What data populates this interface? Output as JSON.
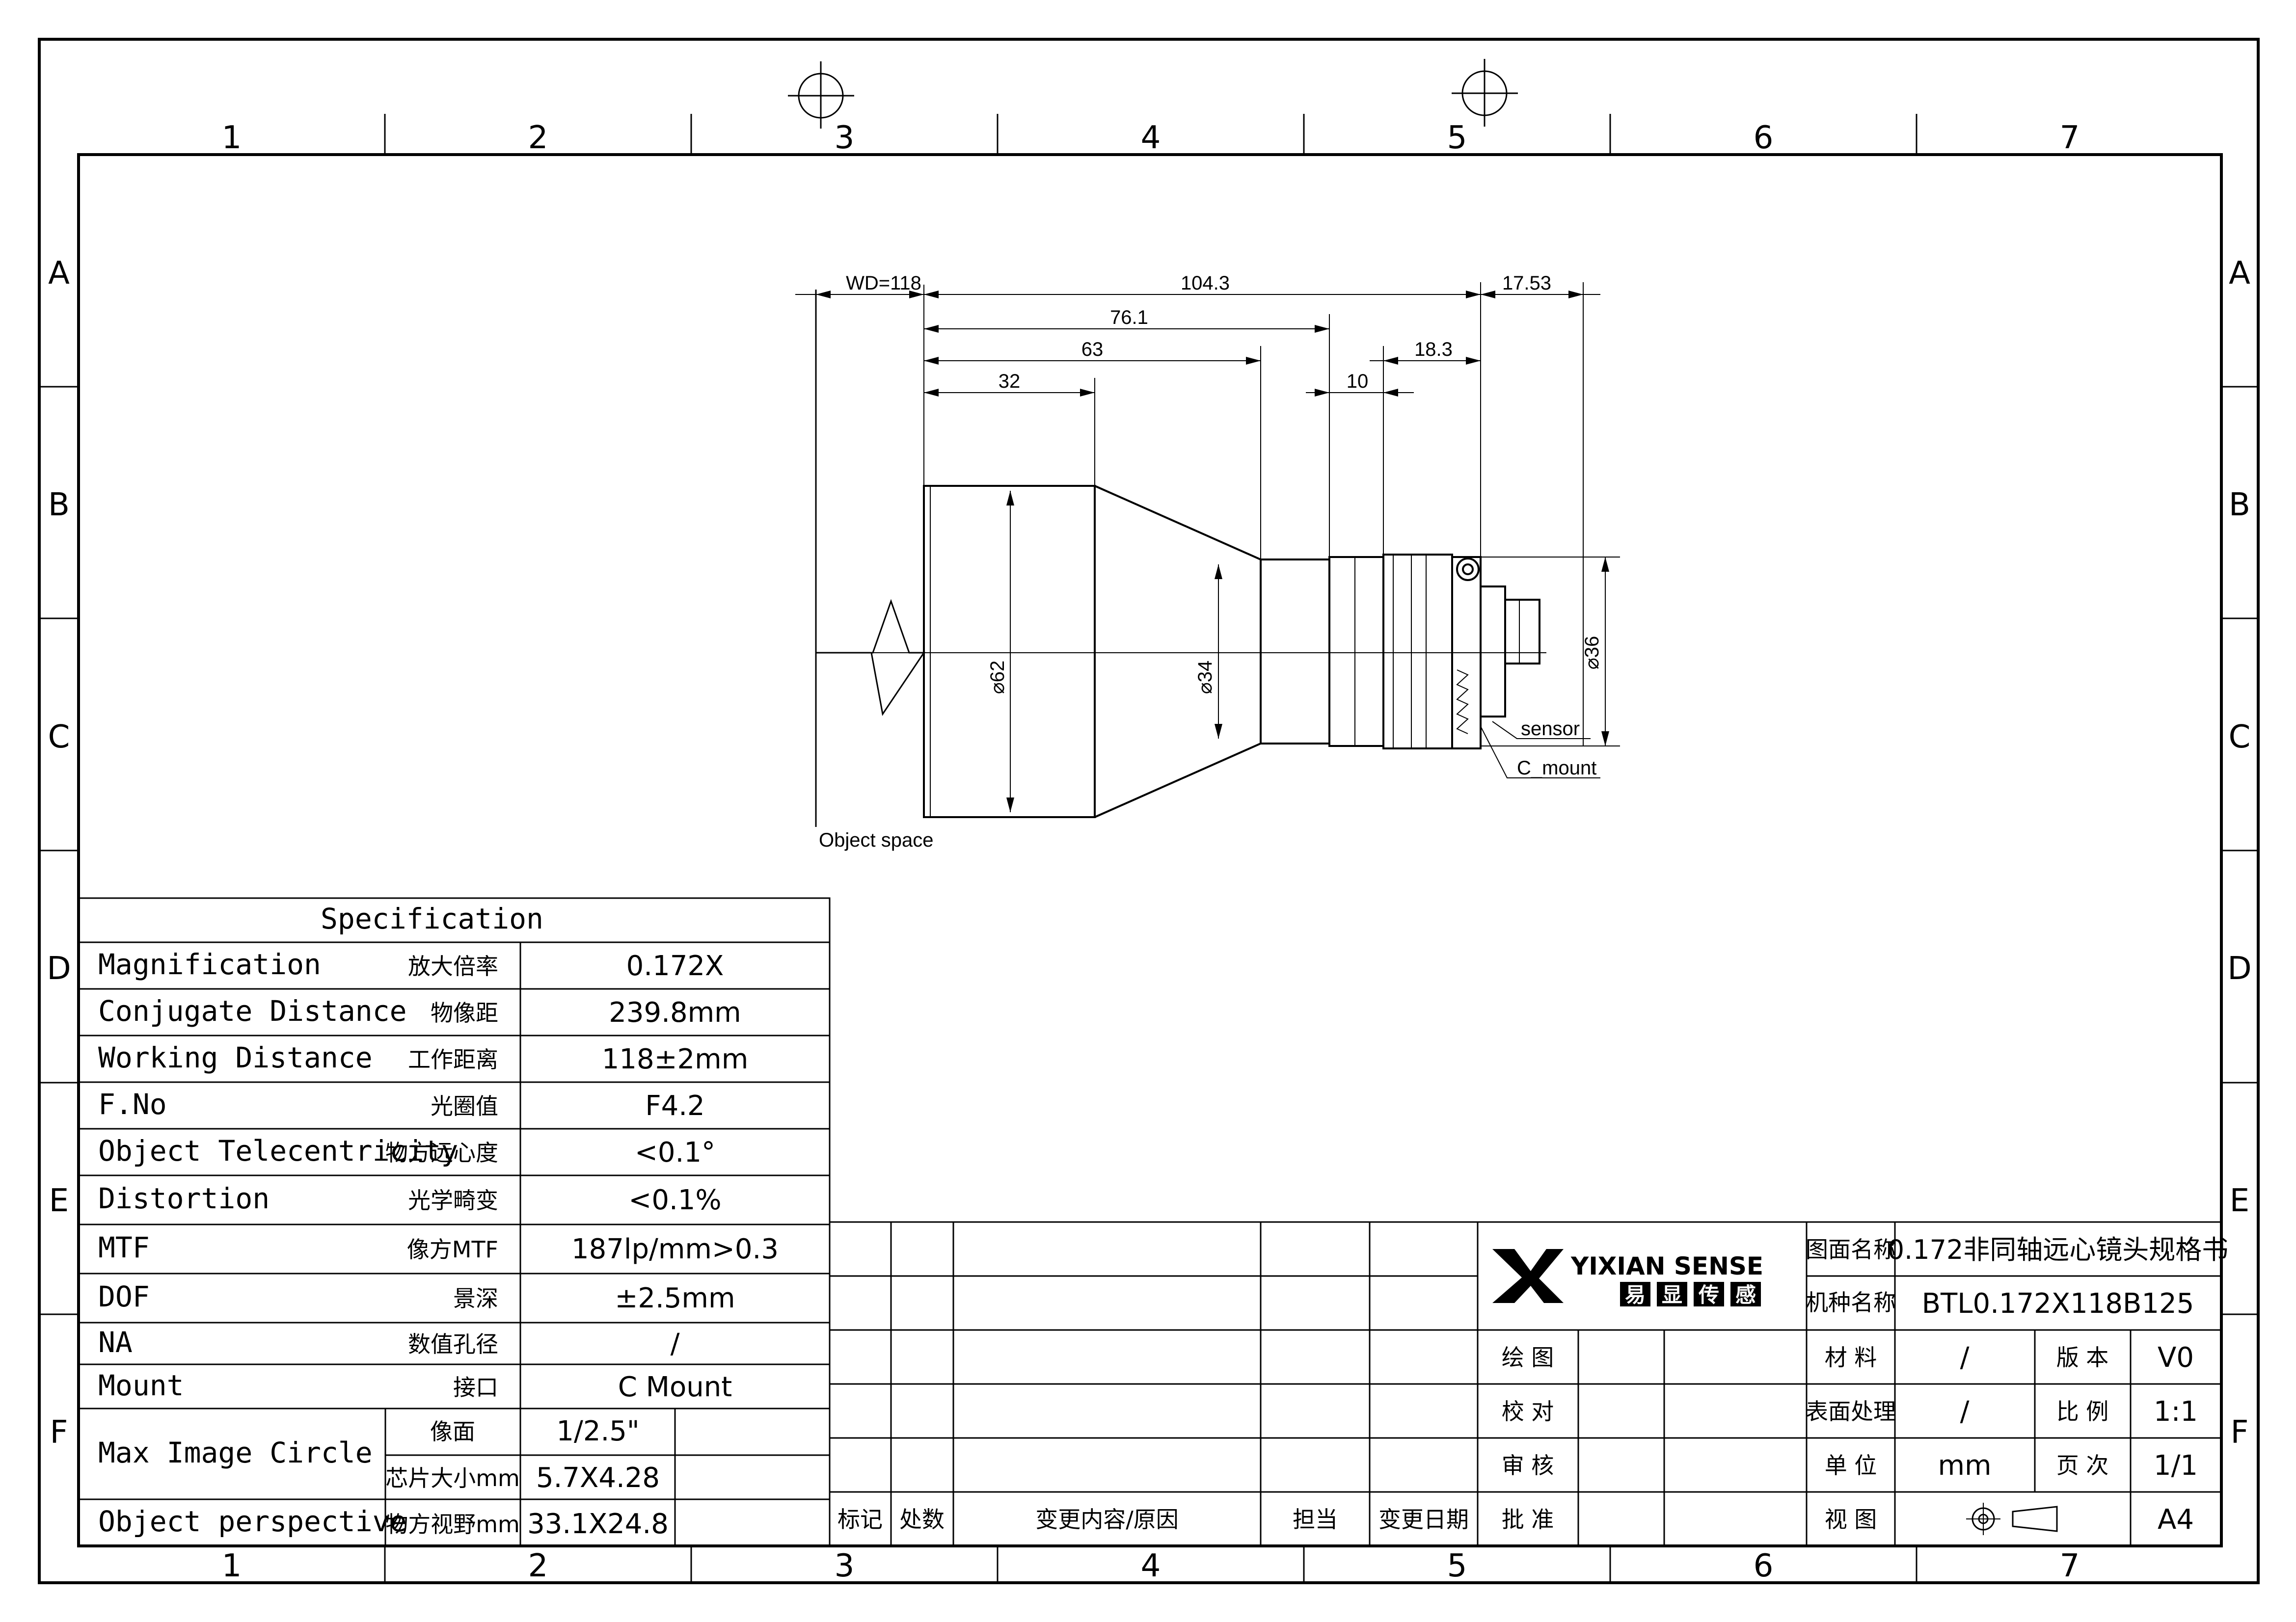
{
  "zones": {
    "columns": [
      "1",
      "2",
      "3",
      "4",
      "5",
      "6",
      "7"
    ],
    "rows": [
      "A",
      "B",
      "C",
      "D",
      "E",
      "F"
    ]
  },
  "drawing": {
    "dims": {
      "wd": "WD=118",
      "d104": "104.3",
      "d1753": "17.53",
      "d761": "76.1",
      "d63": "63",
      "d183": "18.3",
      "d32": "32",
      "d10": "10",
      "dia62": "⌀62",
      "dia34": "⌀34",
      "dia36": "⌀36"
    },
    "labels": {
      "sensor": "sensor",
      "c_mount": "C_mount",
      "object_space": "Object space"
    }
  },
  "spec": {
    "title": "Specification",
    "rows": [
      {
        "en": "Magnification",
        "cn": "放大倍率",
        "value": "0.172X"
      },
      {
        "en": "Conjugate Distance",
        "cn": "物像距",
        "value": "239.8mm"
      },
      {
        "en": "Working Distance",
        "cn": "工作距离",
        "value": "118±2mm"
      },
      {
        "en": "F.No",
        "cn": "光圈值",
        "value": "F4.2"
      },
      {
        "en": "Object Telecentricity",
        "cn": "物方远心度",
        "value": "<0.1°"
      },
      {
        "en": "Distortion",
        "cn": "光学畸变",
        "value": "<0.1%"
      },
      {
        "en": "MTF",
        "cn": "像方MTF",
        "value": "187lp/mm>0.3"
      },
      {
        "en": "DOF",
        "cn": "景深",
        "value": "±2.5mm"
      },
      {
        "en": "NA",
        "cn": "数值孔径",
        "value": "/"
      },
      {
        "en": "Mount",
        "cn": "接口",
        "value": "C Mount"
      }
    ],
    "max_image_circle": {
      "en": "Max Image Circle",
      "sub": [
        {
          "cn": "像面",
          "value": "1/2.5\""
        },
        {
          "cn": "芯片大小mm",
          "value": "5.7X4.28"
        }
      ]
    },
    "object_perspective": {
      "en": "Object perspective",
      "cn": "物方视野mm",
      "value": "33.1X24.8"
    }
  },
  "revision": {
    "headers": [
      "标记",
      "处数",
      "变更内容/原因",
      "担当",
      "变更日期"
    ]
  },
  "titleblock": {
    "logo_en": "YIXIAN SENSE",
    "logo_cn": [
      "易",
      "显",
      "传",
      "感"
    ],
    "drawing_name_label": "图面名称",
    "drawing_name": "0.172非同轴远心镜头规格书",
    "model_label": "机种名称",
    "model": "BTL0.172X118B125",
    "drawn": "绘 图",
    "checked": "校 对",
    "reviewed": "审 核",
    "approved": "批 准",
    "material_label": "材 料",
    "material": "/",
    "version_label": "版 本",
    "version": "V0",
    "surface_label": "表面处理",
    "surface": "/",
    "scale_label": "比 例",
    "scale": "1:1",
    "unit_label": "单 位",
    "unit": "mm",
    "page_label": "页 次",
    "page": "1/1",
    "view_label": "视 图",
    "paper": "A4"
  }
}
